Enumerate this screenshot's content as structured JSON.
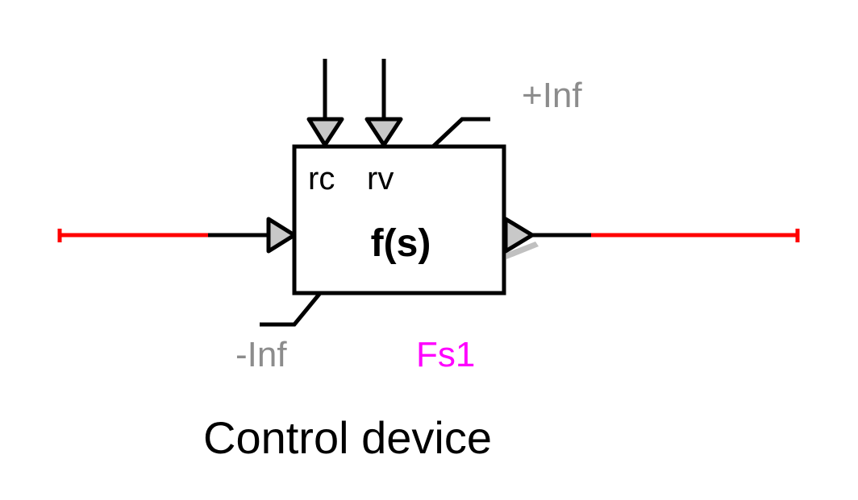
{
  "block": {
    "function_label": "f(s)",
    "name": "Fs1",
    "input_labels": [
      "rc",
      "rv"
    ],
    "upper_limit": "+Inf",
    "lower_limit": "-Inf"
  },
  "caption": "Control device",
  "colors": {
    "wire": "#000000",
    "connection_line": "#ff0000",
    "port_fill": "#c8c8c8",
    "limit_text": "#8c8c8c",
    "name_text": "#ff00ff"
  }
}
